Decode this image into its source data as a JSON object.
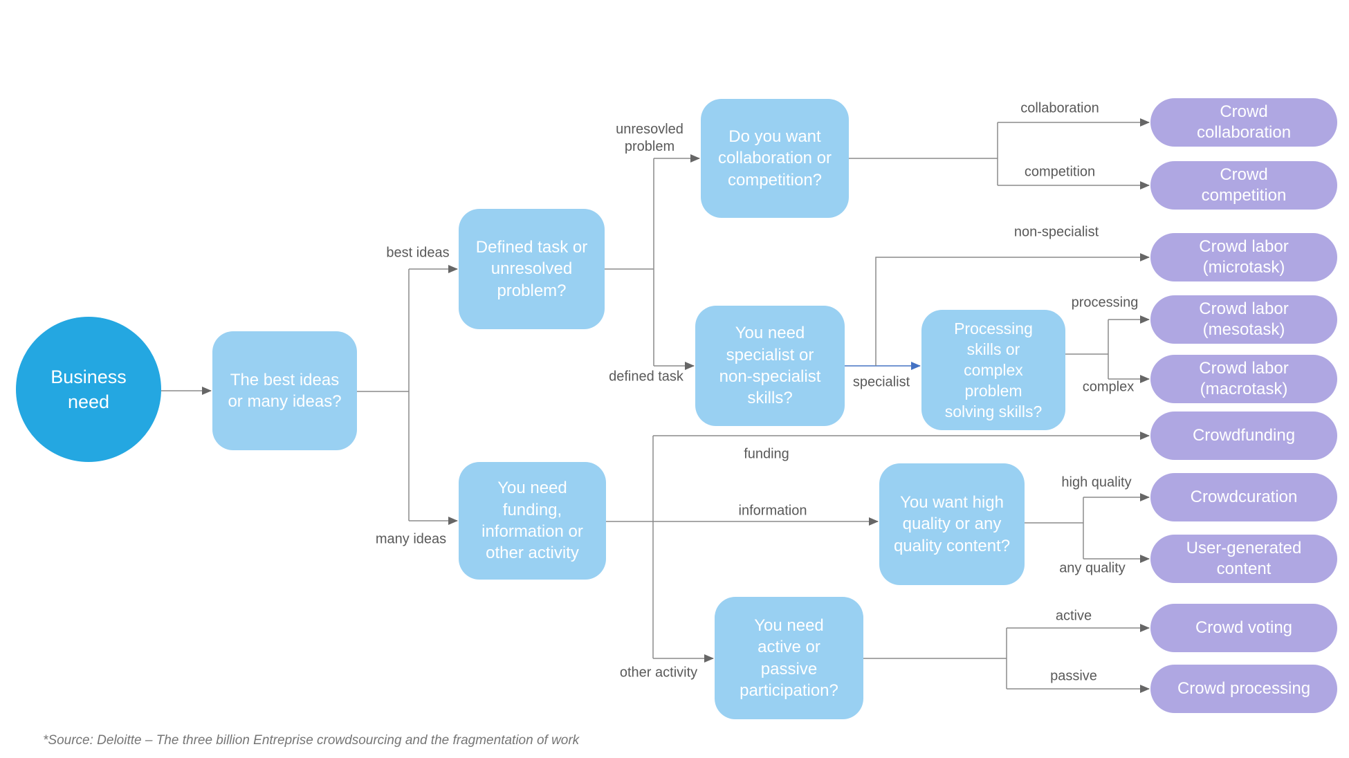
{
  "colors": {
    "root_fill": "#24A7E1",
    "question_fill": "#99D0F2",
    "outcome_fill": "#AFA7E2",
    "connector_gray": "#8A8A8A",
    "arrowhead_gray": "#666666",
    "connector_accent_blue": "#4472C4",
    "edge_label_text": "#595959",
    "node_text": "#FFFFFF",
    "source_text": "#757575"
  },
  "nodes": {
    "business_need": "Business\nneed",
    "ideas": "The best ideas\nor many ideas?",
    "defined_task": "Defined task or\nunresolved\nproblem?",
    "collab_or_comp": "Do you want\ncollaboration or\ncompetition?",
    "specialist_skills": "You need\nspecialist or\nnon-specialist\nskills?",
    "processing_skills": "Processing\nskills or\ncomplex\nproblem\nsolving skills?",
    "funding_info": "You need\nfunding,\ninformation or\nother activity",
    "quality_content": "You want high\nquality or any\nquality content?",
    "participation": "You need\nactive or\npassive\nparticipation?"
  },
  "outcomes": {
    "crowd_collaboration": "Crowd\ncollaboration",
    "crowd_competition": "Crowd\ncompetition",
    "crowd_labor_micro": "Crowd labor\n(microtask)",
    "crowd_labor_meso": "Crowd labor\n(mesotask)",
    "crowd_labor_macro": "Crowd labor\n(macrotask)",
    "crowdfunding": "Crowdfunding",
    "crowdcuration": "Crowdcuration",
    "user_generated_content": "User-generated\ncontent",
    "crowd_voting": "Crowd voting",
    "crowd_processing": "Crowd processing"
  },
  "edge_labels": {
    "best_ideas": "best ideas",
    "many_ideas": "many ideas",
    "unresolved_problem": "unresovled\nproblem",
    "defined_task": "defined task",
    "collaboration": "collaboration",
    "competition": "competition",
    "non_specialist": "non-specialist",
    "specialist": "specialist",
    "processing": "processing",
    "complex": "complex",
    "funding": "funding",
    "information": "information",
    "other_activity": "other activity",
    "high_quality": "high quality",
    "any_quality": "any quality",
    "active": "active",
    "passive": "passive"
  },
  "footer": {
    "source_note": "*Source: Deloitte – The three billion Entreprise crowdsourcing and the fragmentation of work"
  }
}
